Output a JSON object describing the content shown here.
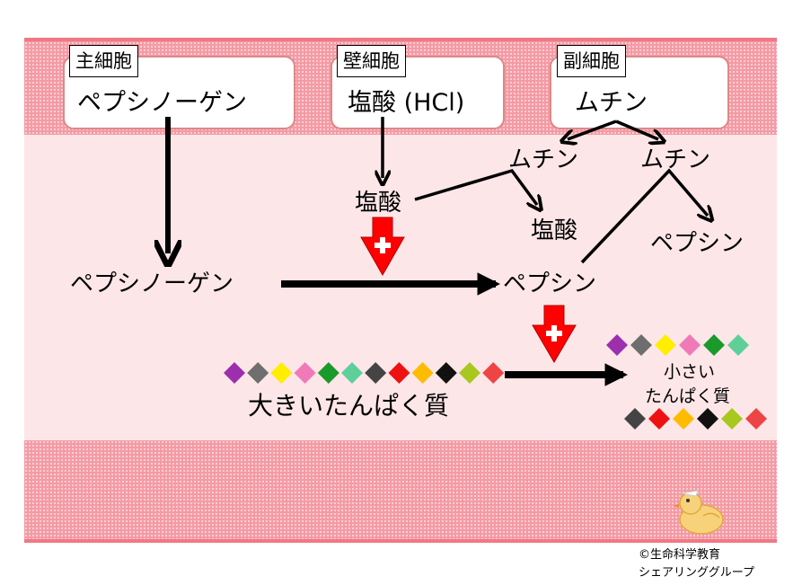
{
  "cells": {
    "chief": {
      "label": "主細胞",
      "content": "ペプシノーゲン"
    },
    "parietal": {
      "label": "壁細胞",
      "content": "塩酸 (HCl)"
    },
    "mucous": {
      "label": "副細胞",
      "content": "ムチン"
    }
  },
  "flow": {
    "pepsinogen": "ペプシノーゲン",
    "hcl": "塩酸",
    "pepsin": "ペプシン",
    "mucin_left": "ムチン",
    "mucin_right": "ムチン",
    "hcl_protected": "塩酸",
    "pepsin_protected": "ペプシン",
    "large_protein": "大きいたんぱく質",
    "small_protein_line1": "小さい",
    "small_protein_line2": "たんぱく質"
  },
  "colors": {
    "activation_arrow": "#ff0000",
    "membrane": "#f49aa4"
  },
  "large_chain_colors": [
    "#9b2fae",
    "#6e6e6e",
    "#ffee00",
    "#f07ab8",
    "#1a9a2a",
    "#5fcf9a",
    "#444444",
    "#ee1111",
    "#ffbb00",
    "#111111",
    "#a8c820",
    "#ee4444"
  ],
  "small_chain_top_colors": [
    "#9b2fae",
    "#6e6e6e",
    "#ffee00",
    "#f07ab8",
    "#1a9a2a",
    "#5fcf9a"
  ],
  "small_chain_bottom_colors": [
    "#444444",
    "#ee1111",
    "#ffbb00",
    "#111111",
    "#a8c820",
    "#ee4444"
  ],
  "credit": {
    "line1": "©生命科学教育",
    "line2": "シェアリンググループ"
  }
}
